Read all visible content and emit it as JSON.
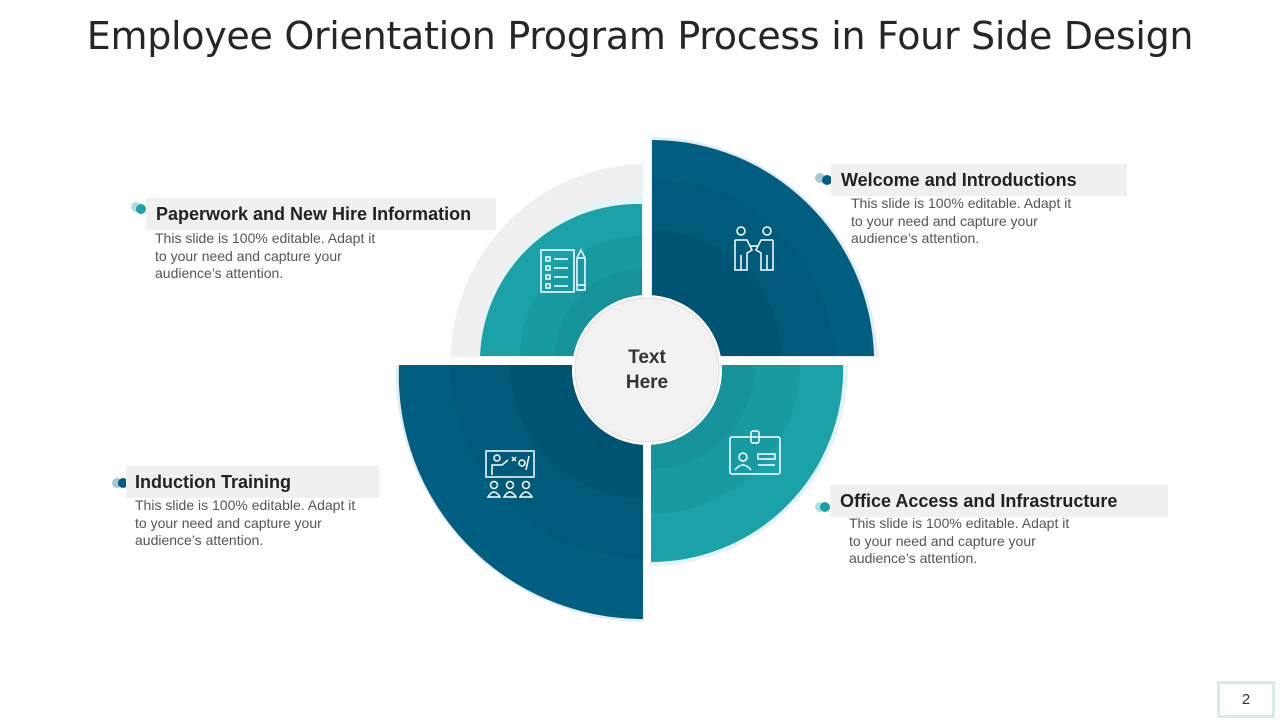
{
  "title": "Employee Orientation Program Process in Four Side Design",
  "center_text": {
    "line1": "Text",
    "line2": "Here"
  },
  "segments": [
    {
      "id": "paperwork",
      "heading": "Paperwork and New Hire Information",
      "description": "This slide is 100% editable. Adapt it to your need and capture your audience’s attention.",
      "icon": "checklist-pencil-icon",
      "color": "#1a9fa6"
    },
    {
      "id": "welcome",
      "heading": "Welcome and Introductions",
      "description": "This slide is 100% editable. Adapt it to your need and capture your audience’s attention.",
      "icon": "handshake-people-icon",
      "color": "#005a7a"
    },
    {
      "id": "office",
      "heading": "Office Access and Infrastructure",
      "description": "This slide is 100% editable. Adapt it to your need and capture your audience’s attention.",
      "icon": "id-badge-icon",
      "color": "#1a9fa6"
    },
    {
      "id": "training",
      "heading": "Induction Training",
      "description": "This slide is 100% editable. Adapt it to your need and capture your audience’s attention.",
      "icon": "presentation-audience-icon",
      "color": "#005a7a"
    }
  ],
  "colors": {
    "teal": "#1a9fa6",
    "dark_teal": "#005a7a",
    "ring_gray": "#efefef",
    "center_fill": "#f2f2f2"
  },
  "page_number": "2"
}
